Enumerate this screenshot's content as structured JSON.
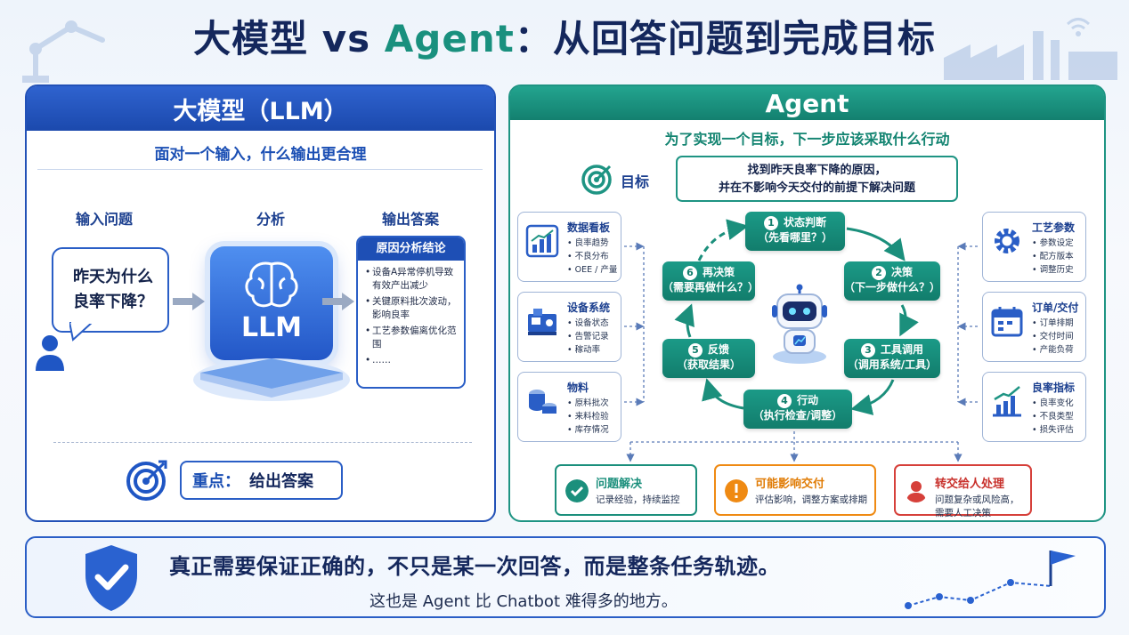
{
  "title": {
    "part1": "大模型 vs ",
    "part2": "Agent",
    "part3": "：从回答问题到完成目标"
  },
  "llm_panel": {
    "header": "大模型（LLM）",
    "subtitle": "面对一个输入，什么输出更合理",
    "col_input": "输入问题",
    "col_analysis": "分析",
    "col_output": "输出答案",
    "question": [
      "昨天为什么",
      "良率下降？"
    ],
    "chip_label": "LLM",
    "result_title": "原因分析结论",
    "result_items": [
      "设备A异常停机导致有效产出减少",
      "关键原料批次波动，影响良率",
      "工艺参数偏离优化范围",
      "……"
    ],
    "key_label": "重点：",
    "key_value": "给出答案"
  },
  "agent_panel": {
    "header": "Agent",
    "subtitle": "为了实现一个目标，下一步应该采取什么行动",
    "goal_label": "目标",
    "goal_text": [
      "找到昨天良率下降的原因，",
      "并在不影响今天交付的前提下解决问题"
    ],
    "left_sources": [
      {
        "title": "数据看板",
        "items": [
          "良率趋势",
          "不良分布",
          "OEE / 产量"
        ]
      },
      {
        "title": "设备系统",
        "items": [
          "设备状态",
          "告警记录",
          "稼动率"
        ]
      },
      {
        "title": "物料",
        "items": [
          "原料批次",
          "来料检验",
          "库存情况"
        ]
      }
    ],
    "right_sources": [
      {
        "title": "工艺参数",
        "items": [
          "参数设定",
          "配方版本",
          "调整历史"
        ]
      },
      {
        "title": "订单/交付",
        "items": [
          "订单排期",
          "交付时间",
          "产能负荷"
        ]
      },
      {
        "title": "良率指标",
        "items": [
          "良率变化",
          "不良类型",
          "损失评估"
        ]
      }
    ],
    "steps": [
      {
        "num": "1",
        "title": "状态判断",
        "desc": "（先看哪里？）"
      },
      {
        "num": "2",
        "title": "决策",
        "desc": "（下一步做什么？）"
      },
      {
        "num": "3",
        "title": "工具调用",
        "desc": "（调用系统/工具）"
      },
      {
        "num": "4",
        "title": "行动",
        "desc": "（执行检查/调整）"
      },
      {
        "num": "5",
        "title": "反馈",
        "desc": "（获取结果）"
      },
      {
        "num": "6",
        "title": "再决策",
        "desc": "（需要再做什么？）"
      }
    ],
    "outcomes": [
      {
        "title": "问题解决",
        "desc": [
          "记录经验，持续监控"
        ],
        "color": "#1b8f7c"
      },
      {
        "title": "可能影响交付",
        "desc": [
          "评估影响，调整方案或排期"
        ],
        "color": "#ef8a13"
      },
      {
        "title": "转交给人处理",
        "desc": [
          "问题复杂或风险高，",
          "需要人工决策"
        ],
        "color": "#d6403a"
      }
    ]
  },
  "bottom": {
    "line1": "真正需要保证正确的，不只是某一次回答，而是整条任务轨迹。",
    "line2": "这也是 Agent 比 Chatbot 难得多的地方。"
  },
  "colors": {
    "blue": "#2251b7",
    "green": "#1e9483",
    "navy": "#14275c"
  }
}
